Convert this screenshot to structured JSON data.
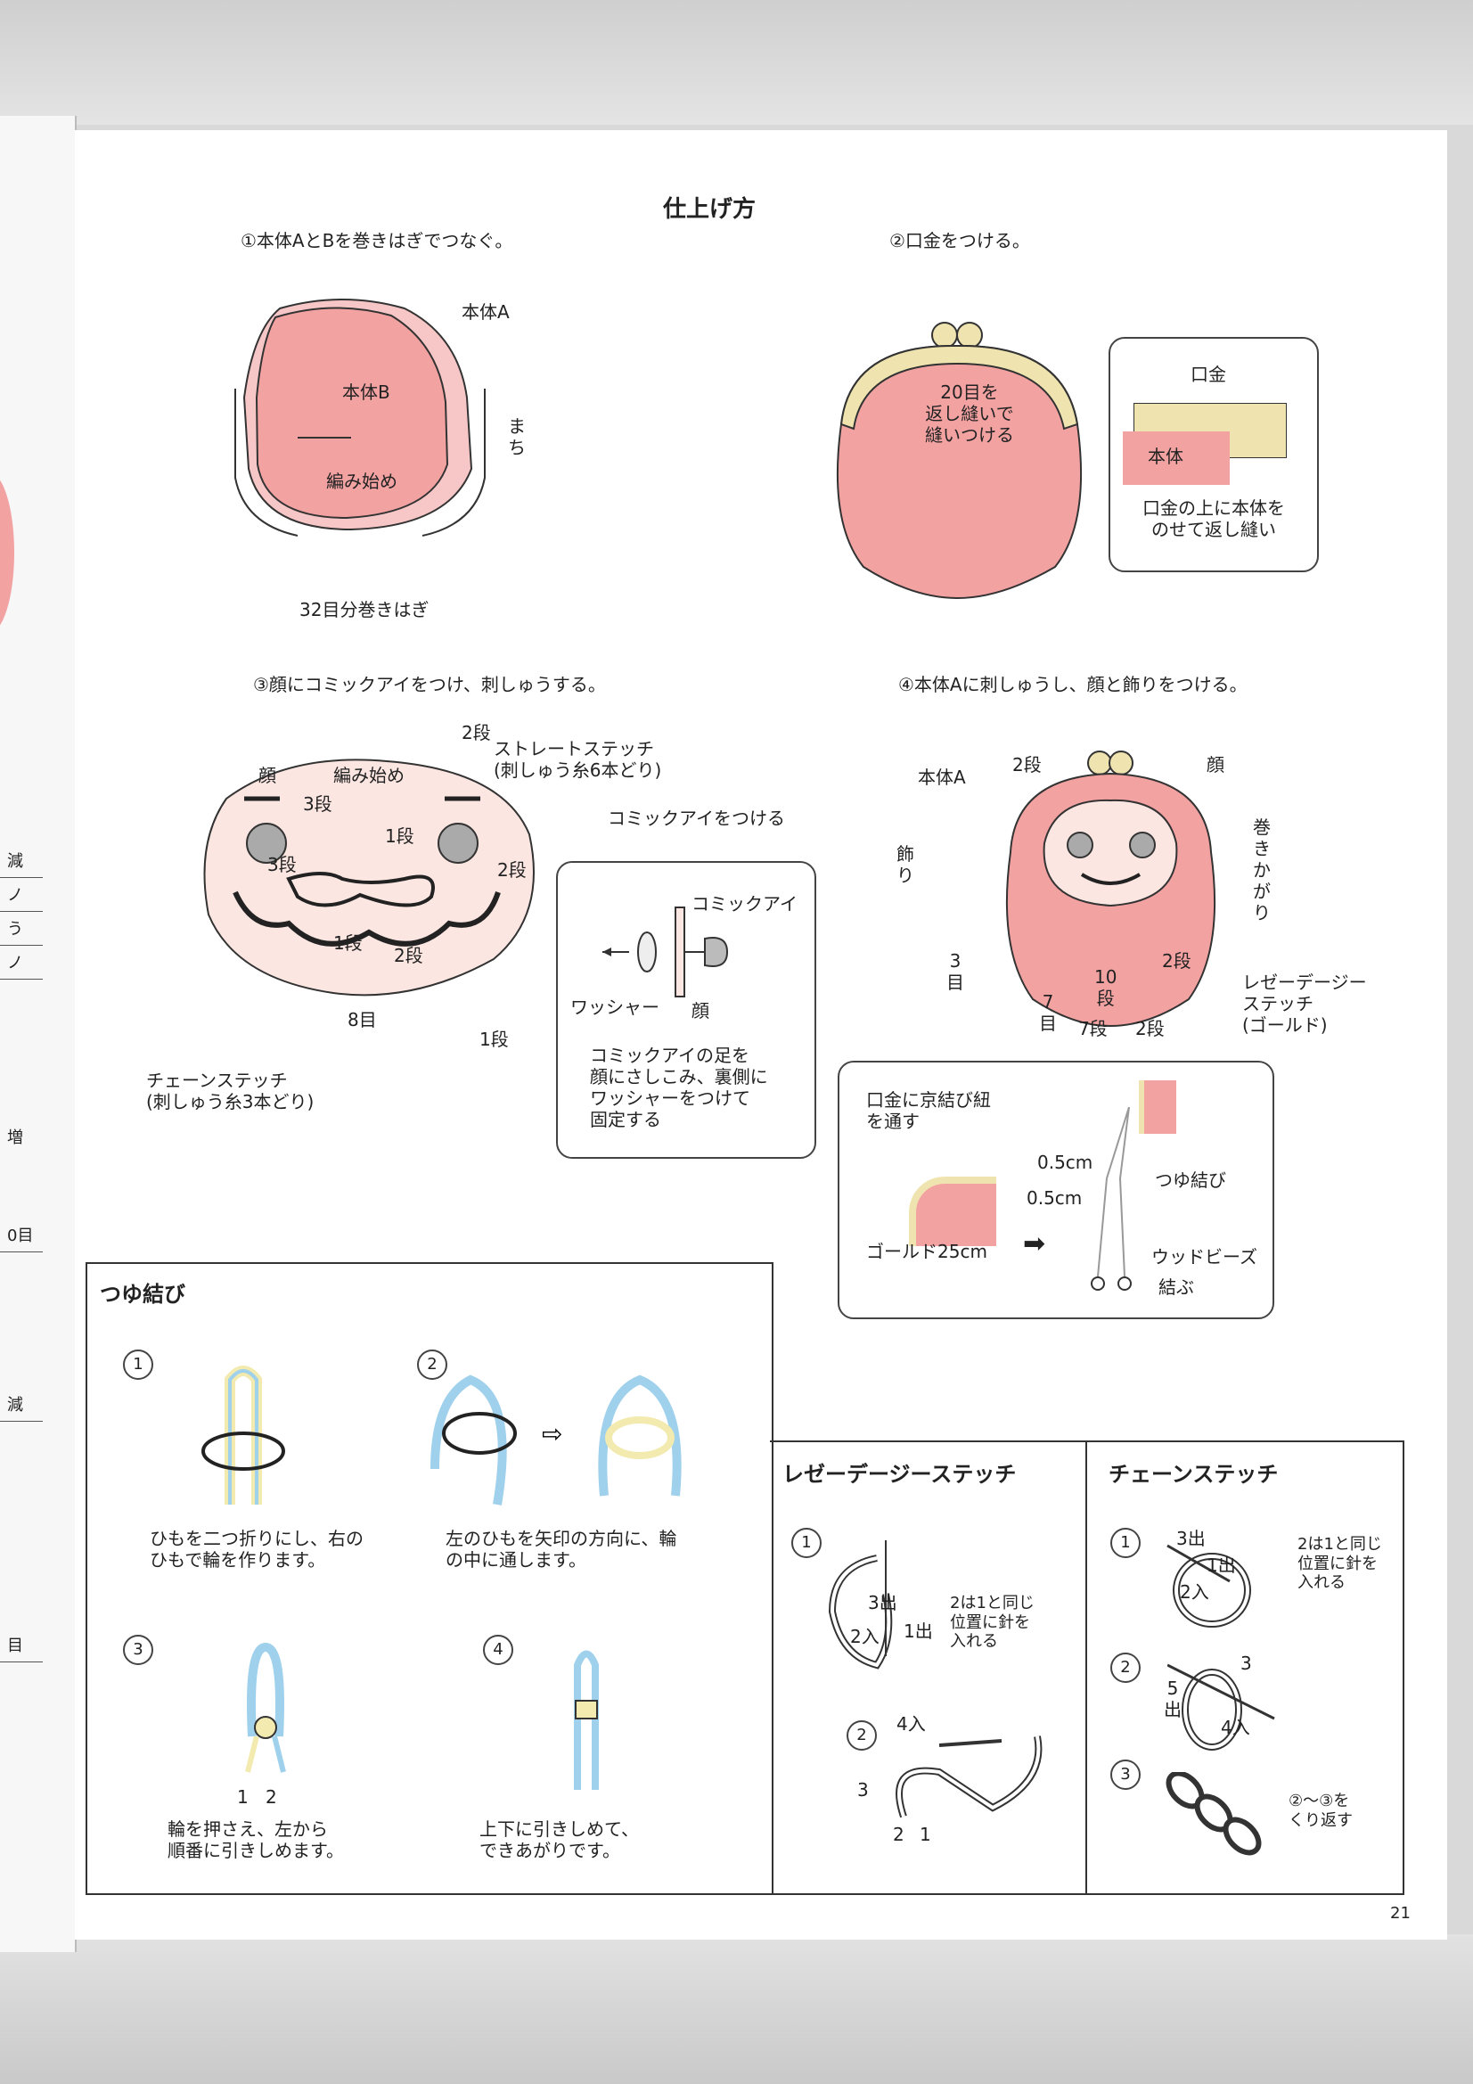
{
  "page_title": "仕上げ方",
  "page_number": "21",
  "left_page_tabs": [
    "減",
    "ノ",
    "う",
    "ノ",
    "増",
    "0目",
    "減",
    "目"
  ],
  "step1": {
    "caption": "①本体AとBを巻きはぎでつなぐ。",
    "label_body_a": "本体A",
    "label_body_b": "本体B",
    "label_start": "編み始め",
    "label_gusset": "まち",
    "label_bottom": "32目分巻きはぎ"
  },
  "step2": {
    "caption": "②口金をつける。",
    "label_backstitch": "20目を\n返し縫いで\n縫いつける",
    "callout_clasp": "口金",
    "callout_body": "本体",
    "callout_note": "口金の上に本体を\nのせて返し縫い"
  },
  "step3": {
    "caption": "③顔にコミックアイをつけ、刺しゅうする。",
    "label_face": "顔",
    "label_start": "編み始め",
    "label_2dan_top": "2段",
    "label_straight": "ストレートステッチ\n(刺しゅう糸6本どり)",
    "label_3dan_a": "3段",
    "label_1dan_a": "1段",
    "label_2dan_right": "2段",
    "label_3dan_b": "3段",
    "label_1dan_b": "1段",
    "label_2dan_bottom": "2段",
    "label_8me": "8目",
    "label_1dan_c": "1段",
    "label_chain": "チェーンステッチ\n(刺しゅう糸3本どり)",
    "label_attach_eye": "コミックアイをつける",
    "eye_callout_eye": "コミックアイ",
    "eye_callout_washer": "ワッシャー",
    "eye_callout_face": "顔",
    "eye_callout_note": "コミックアイの足を\n顔にさしこみ、裏側に\nワッシャーをつけて\n固定する"
  },
  "step4": {
    "caption": "④本体Aに刺しゅうし、顔と飾りをつける。",
    "label_body_a": "本体A",
    "label_2dan": "2段",
    "label_face": "顔",
    "label_wrap": "巻きかがり",
    "label_decor": "飾り",
    "label_3me": "3\n目",
    "label_10dan": "10\n段",
    "label_2dan_b": "2段",
    "label_7me": "7\n目",
    "label_7dan": "7段",
    "label_2dan_c": "2段",
    "label_lazy": "レゼーデージー\nステッチ\n(ゴールド)",
    "callout_thread": "口金に京結び紐\nを通す",
    "callout_gold": "ゴールド25cm",
    "callout_05a": "0.5cm",
    "callout_05b": "0.5cm",
    "callout_tsuyu": "つゆ結び",
    "callout_bead": "ウッドビーズ",
    "callout_tie": "結ぶ"
  },
  "tsuyu": {
    "title": "つゆ結び",
    "steps": [
      {
        "num": "1",
        "text": "ひもを二つ折りにし、右の\nひもで輪を作ります。"
      },
      {
        "num": "2",
        "text": "左のひもを矢印の方向に、輪\nの中に通します。"
      },
      {
        "num": "3",
        "text": "輪を押さえ、左から\n順番に引きしめます。"
      },
      {
        "num": "4",
        "text": "上下に引きしめて、\nできあがりです。"
      }
    ],
    "label_1": "1",
    "label_2": "2"
  },
  "lazy_daisy": {
    "title": "レゼーデージーステッチ",
    "step1_num": "1",
    "step1_3de": "3出",
    "step1_2iri": "2入",
    "step1_1de": "1出",
    "step1_note": "2は1と同じ\n位置に針を\n入れる",
    "step2_num": "2",
    "step2_4iri": "4入",
    "step2_3": "3",
    "step2_2": "2",
    "step2_1": "1"
  },
  "chain": {
    "title": "チェーンステッチ",
    "step1_num": "1",
    "step1_3de": "3出",
    "step1_1de": "1出",
    "step1_2iri": "2入",
    "step1_note": "2は1と同じ\n位置に針を\n入れる",
    "step2_num": "2",
    "step2_3": "3",
    "step2_5de": "5\n出",
    "step2_4iri": "4入",
    "step3_num": "3",
    "step3_note": "②〜③を\nくり返す"
  },
  "colors": {
    "pink": "#f3a2a2",
    "light_pink": "#fbe6e2",
    "gold": "#efe4b0",
    "blue": "#9fd0ec",
    "yellow": "#f2eaae"
  }
}
